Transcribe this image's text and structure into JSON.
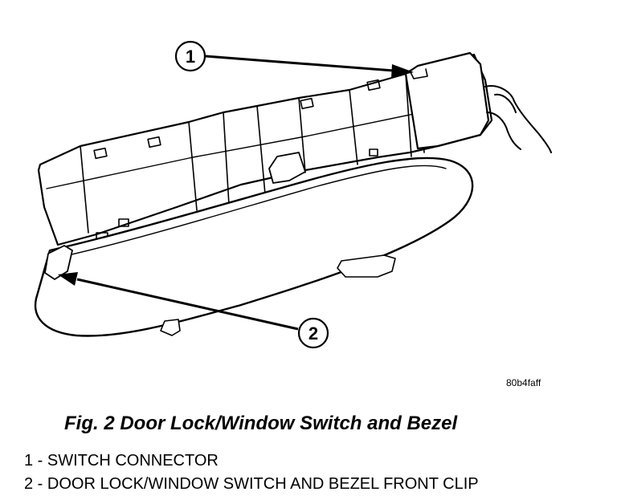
{
  "figure": {
    "title": "Fig. 2 Door Lock/Window Switch and Bezel",
    "reference_code": "80b4faff"
  },
  "callouts": [
    {
      "number": "1",
      "target": "switch-connector"
    },
    {
      "number": "2",
      "target": "bezel-front-clip"
    }
  ],
  "legend": [
    "1 - SWITCH CONNECTOR",
    "2 - DOOR LOCK/WINDOW SWITCH AND BEZEL FRONT CLIP"
  ]
}
